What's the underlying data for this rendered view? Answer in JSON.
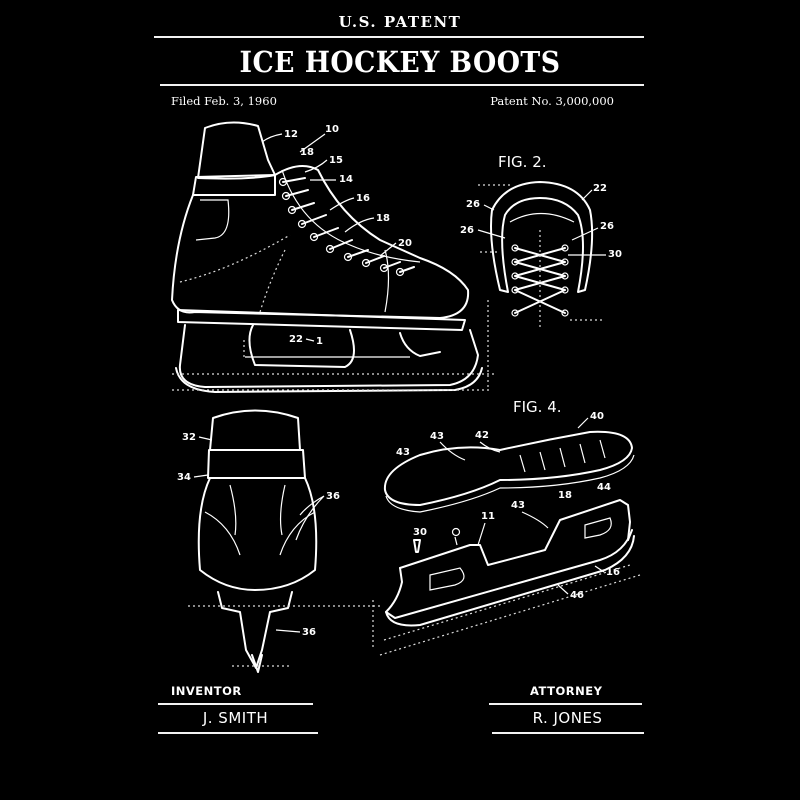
{
  "header": {
    "supertitle": "U.S. PATENT",
    "title": "ICE HOCKEY BOOTS",
    "filed": "Filed Feb. 3, 1960",
    "patent_number": "Patent No. 3,000,000"
  },
  "figures": {
    "fig2_label": "FIG. 2.",
    "fig4_label": "FIG. 4.",
    "fig1_callouts": [
      "12",
      "10",
      "18",
      "15",
      "14",
      "16",
      "18",
      "20",
      "22",
      "1"
    ],
    "fig2_callouts": [
      "22",
      "26",
      "26",
      "26",
      "30"
    ],
    "fig3_callouts": [
      "32",
      "34",
      "36",
      "36"
    ],
    "fig4_callouts": [
      "40",
      "42",
      "43",
      "43",
      "44",
      "18",
      "43",
      "11",
      "30",
      "16",
      "46"
    ]
  },
  "footer": {
    "inventor_label": "INVENTOR",
    "inventor_name": "J. SMITH",
    "attorney_label": "ATTORNEY",
    "attorney_name": "R. JONES"
  },
  "colors": {
    "background": "#000000",
    "ink": "#ffffff"
  }
}
